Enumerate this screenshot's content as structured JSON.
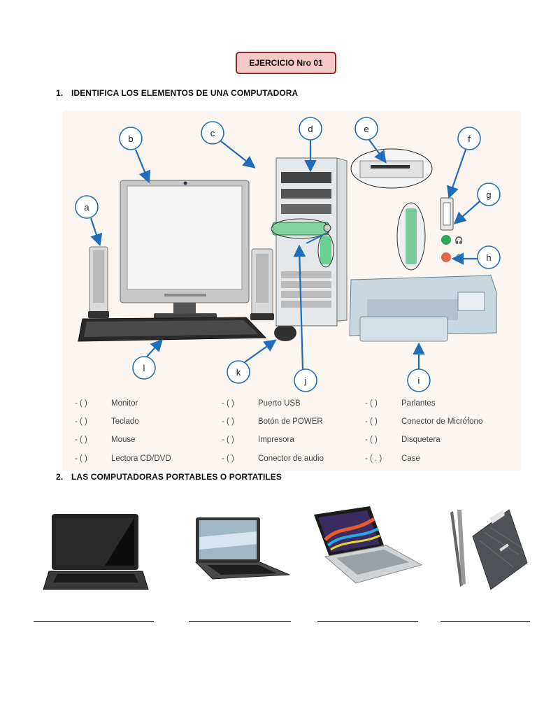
{
  "title": "EJERCICIO Nro 01",
  "section1": {
    "number": "1.",
    "label": "IDENTIFICA LOS ELEMENTOS DE  UNA COMPUTADORA"
  },
  "section2": {
    "number": "2.",
    "label": "LAS COMPUTADORAS PORTABLES O PORTATILES"
  },
  "callouts": [
    "a",
    "b",
    "c",
    "d",
    "e",
    "f",
    "g",
    "h",
    "i",
    "j",
    "k",
    "l"
  ],
  "legend_bullet": "-  (     )",
  "legend_last_bullet": "-  ( .  )",
  "legend": [
    [
      "Monitor",
      "Teclado",
      "Mouse",
      "Lectora CD/DVD"
    ],
    [
      "Puerto USB",
      "Botón de POWER",
      "Impresora",
      "Conector de audio"
    ],
    [
      "Parlantes",
      "Conector de Micrófono",
      "Disquetera",
      "Case"
    ]
  ],
  "colors": {
    "title_fill": "#f5c9c4",
    "title_border": "#8a2b25",
    "callout_stroke": "#2b6fb0",
    "arrow": "#1f6db8"
  },
  "icons": [
    "monitor-icon",
    "speaker-icon",
    "tower-case-icon",
    "keyboard-icon",
    "mouse-icon",
    "printer-icon",
    "floppy-drive-icon",
    "usb-port-icon",
    "headphone-jack-icon",
    "microphone-jack-icon",
    "laptop-icon",
    "netbook-icon",
    "ultrabook-icon"
  ]
}
